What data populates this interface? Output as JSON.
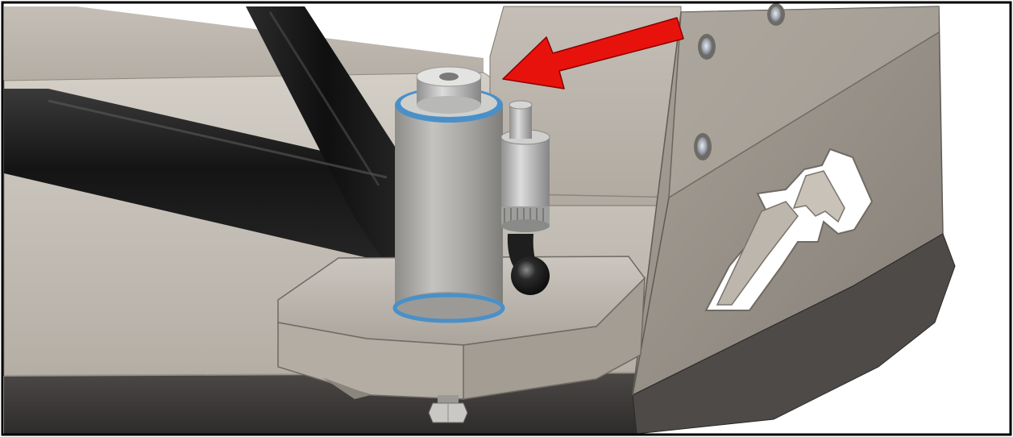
{
  "figure": {
    "kind": "3d-cad-render",
    "callout": "red-arrow",
    "arrow_direction": "left-down"
  },
  "colors": {
    "background": "#ffffff",
    "frame_border": "#000000",
    "steel_light": "#bdb7ae",
    "steel_mid": "#a29c93",
    "steel_dark": "#6f6a63",
    "bottom_dark": "#3e3c3a",
    "tube_black": "#1a1a1a",
    "cylinder_gray": "#a9a8a5",
    "washer_blue": "#4a90c8",
    "arrow_red": "#e8120c"
  },
  "components": [
    "bumper-shell",
    "angled-side-panel",
    "cutout-logo",
    "bolt-holes",
    "tubular-frame",
    "mount-bracket",
    "hinge-cylinder",
    "blue-washer-top",
    "blue-washer-bottom",
    "socket-cap",
    "latch-pin",
    "ball-knob",
    "hex-nut",
    "callout-arrow"
  ]
}
